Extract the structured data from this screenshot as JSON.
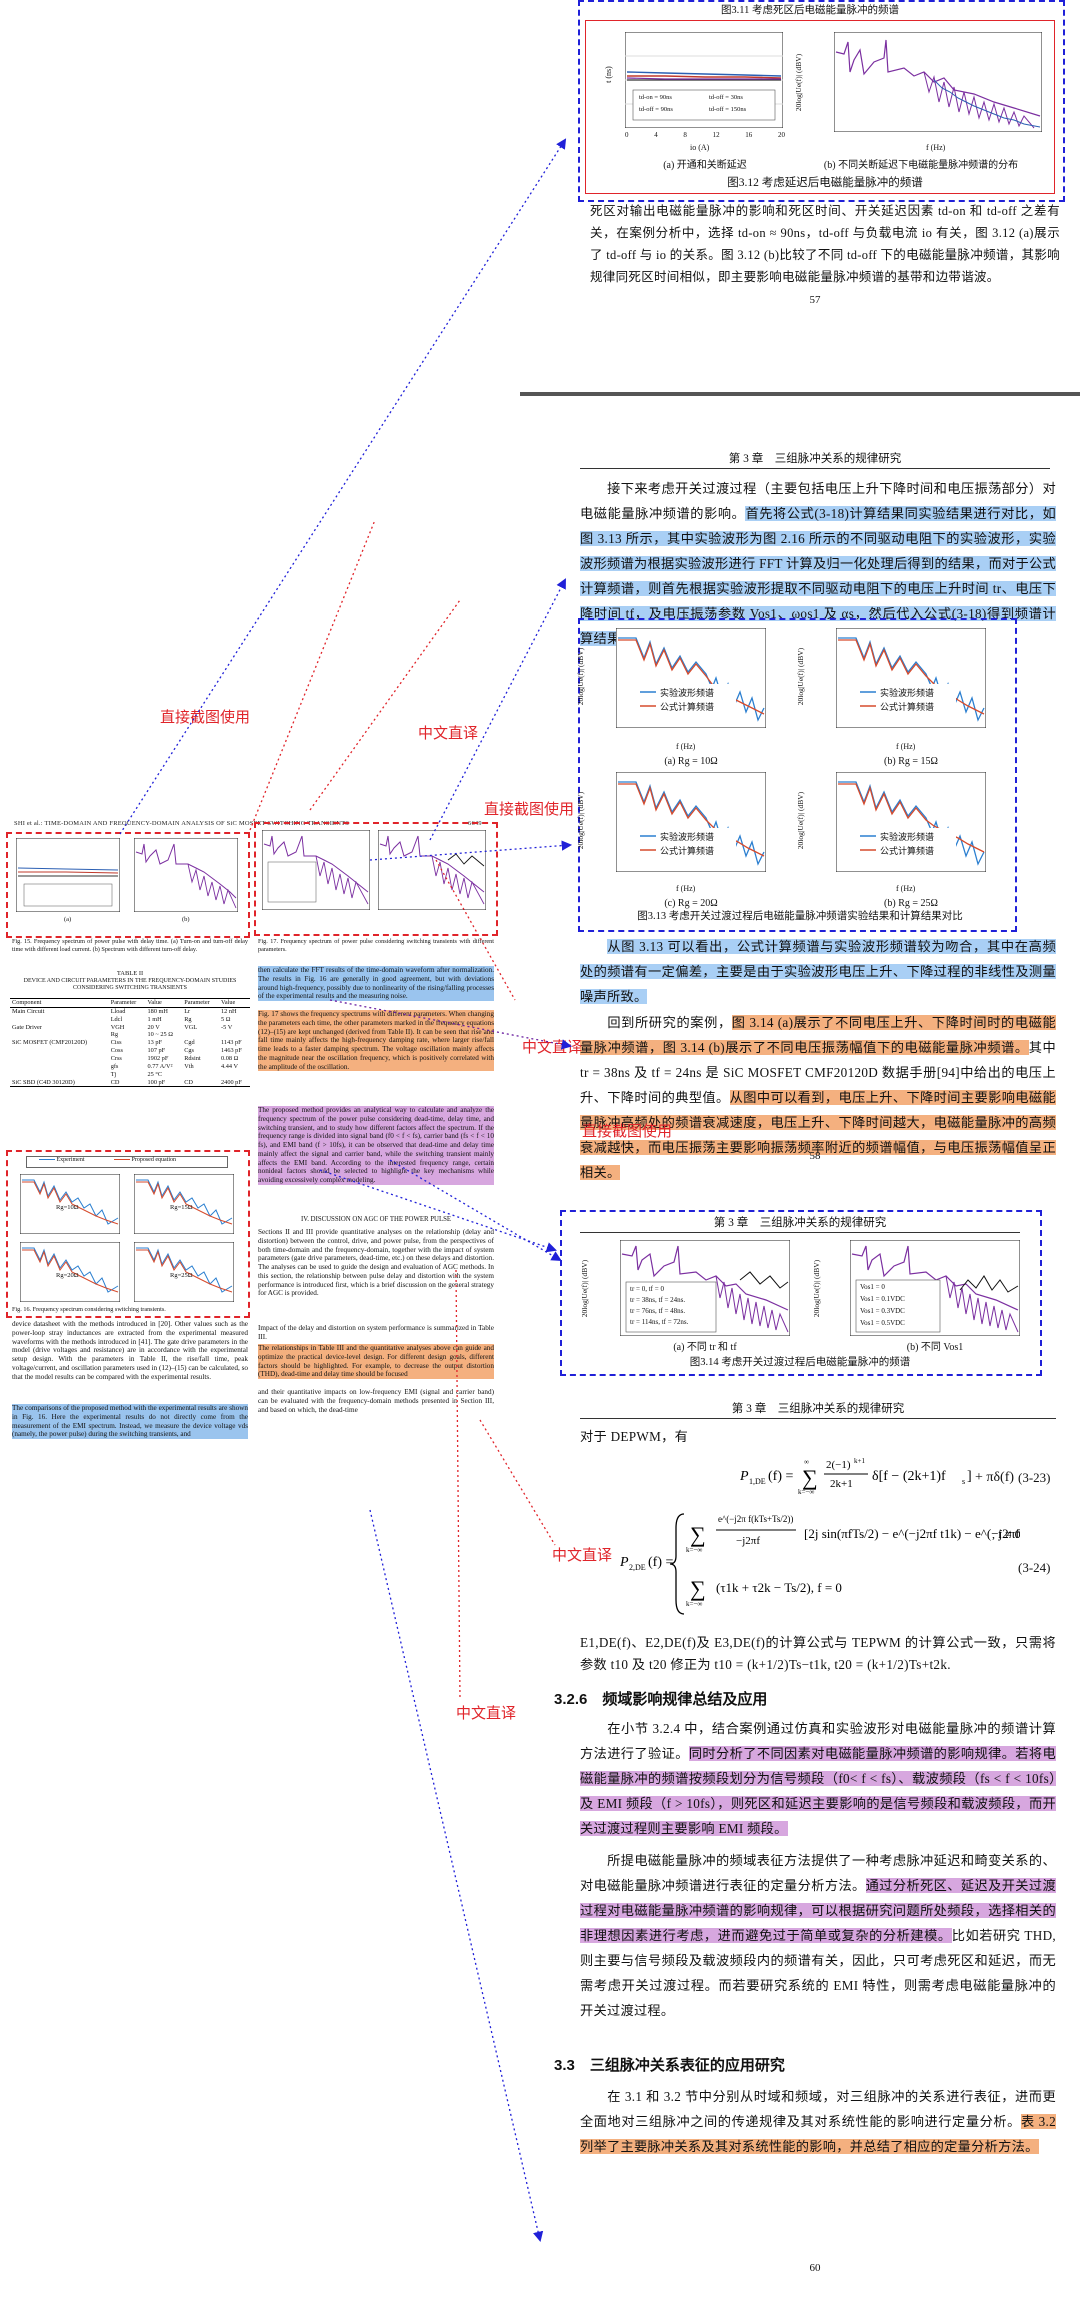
{
  "labels": {
    "direct_copy": "直接截图使用",
    "cn_translation": "中文直译"
  },
  "thesis_p57": {
    "fig311_caption": "图3.11 考虑死区后电磁能量脉冲的频谱",
    "fig312_sub_a": "(a) 开通和关断延迟",
    "fig312_sub_b": "(b) 不同关断延迟下电磁能量脉冲频谱的分布",
    "fig312_caption": "图3.12 考虑延迟后电磁能量脉冲的频谱",
    "para": "死区对输出电磁能量脉冲的影响和死区时间、开关延迟因素 td-on 和 td-off 之差有关，在案例分析中，选择 td-on ≈ 90ns，td-off 与负载电流 io 有关，图 3.12 (a)展示了 td-off 与 io 的关系。图 3.12 (b)比较了不同 td-off 下的电磁能量脉冲频谱，其影响规律同死区时间相似，即主要影响电磁能量脉冲频谱的基带和边带谐波。",
    "page_no": "57",
    "legend_a": [
      "td-on = 90ns",
      "td-off = 90ns",
      "td-off = 30ns",
      "td-off = 150ns"
    ],
    "axis_a_y": "t (ns)",
    "axis_a_x": "io (A)",
    "axis_b_y": "20log|Ue(f)| (dBV)",
    "axis_b_x": "f (Hz)"
  },
  "thesis_p58": {
    "chapter": "第 3 章　三组脉冲关系的规律研究",
    "para1_plain": "接下来考虑开关过渡过程（主要包括电压上升下降时间和电压振荡部分）对电磁能量脉冲频谱的影响。",
    "para1_hl": "首先将公式(3-18)计算结果同实验结果进行对比，如图 3.13 所示，其中实验波形为图 2.16 所示的不同驱动电阻下的实验波形，实验波形频谱为根据实验波形进行 FFT 计算及归一化处理后得到的结果，而对于公式计算频谱，则首先根据实验波形提取不同驱动电阻下的电压上升时间 tr、电压下降时间 tf，及电压振荡参数 Vos1、ωos1 及 αs，然后代入公式(3-18)得到频谱计算结果。",
    "legend_exp": "实验波形频谱",
    "legend_calc": "公式计算频谱",
    "sub_a": "(a) Rg = 10Ω",
    "sub_b": "(b) Rg = 15Ω",
    "sub_c": "(c) Rg = 20Ω",
    "sub_d": "(b) Rg = 25Ω",
    "fig_caption": "图3.13 考虑开关过渡过程后电磁能量脉冲频谱实验结果和计算结果对比",
    "para2_hl": "从图 3.13 可以看出，公式计算频谱与实验波形频谱较为吻合，其中在高频处的频谱有一定偏差，主要是由于实验波形电压上升、下降过程的非线性及测量噪声所致。",
    "para3_plain": "回到所研究的案例，",
    "para3_hl1": "图 3.14 (a)展示了不同电压上升、下降时间时的电磁能量脉冲频谱，图 3.14 (b)展示了不同电压振荡幅值下的电磁能量脉冲频谱。",
    "para3_plain2": "其中 tr = 38ns 及 tf = 24ns 是 SiC MOSFET CMF20120D 数据手册[94]中给出的电压上升、下降时间的典型值。",
    "para3_hl2": "从图中可以看到，电压上升、下降时间主要影响电磁能量脉冲高频处的频谱衰减速度，电压上升、下降时间越大，电磁能量脉冲的高频衰减越快，而电压振荡主要影响振荡频率附近的频谱幅值，与电压振荡幅值呈正相关。",
    "page_no": "58",
    "y_axis": "20log|Ue(f)| (dBV)",
    "x_axis": "f (Hz)"
  },
  "thesis_p59": {
    "chapter": "第 3 章　三组脉冲关系的规律研究",
    "legend_a": [
      "tr = 0, tf = 0",
      "tr = 38ns, tf = 24ns.",
      "tr = 76ns, tf = 48ns.",
      "tr = 114ns, tf = 72ns."
    ],
    "legend_b": [
      "Vos1 = 0",
      "Vos1 = 0.1VDC",
      "Vos1 = 0.3VDC",
      "Vos1 = 0.5VDC"
    ],
    "sub_a": "(a) 不同 tr 和 tf",
    "sub_b": "(b) 不同 Vos1",
    "fig_caption": "图3.14 考虑开关过渡过程后电磁能量脉冲的频谱"
  },
  "thesis_p60": {
    "chapter": "第 3 章　三组脉冲关系的规律研究",
    "intro": "对于 DEPWM，有",
    "eq1_num": "(3-23)",
    "eq2_num": "(3-24)",
    "eq_note": "E1,DE(f)、E2,DE(f)及 E3,DE(f)的计算公式与 TEPWM 的计算公式一致，只需将参数 t10 及 t20 修正为 t10 = (k+1/2)Ts−t1k, t20 = (k+1/2)Ts+t2k.",
    "sec326_title": "3.2.6　频域影响规律总结及应用",
    "sec326_p1_plain": "在小节 3.2.4 中，结合案例通过仿真和实验波形对电磁能量脉冲的频谱计算方法进行了验证。",
    "sec326_p1_hl": "同时分析了不同因素对电磁能量脉冲频谱的影响规律。若将电磁能量脉冲的频谱按频段划分为信号频段（f0< f < fs）、载波频段（fs < f < 10fs）及 EMI 频段（f > 10fs），则死区和延迟主要影响的是信号频段和载波频段，而开关过渡过程则主要影响 EMI 频段。",
    "sec326_p2_plain": "所提电磁能量脉冲的频域表征方法提供了一种考虑脉冲延迟和畸变关系的、对电磁能量脉冲频谱进行表征的定量分析方法。",
    "sec326_p2_hl": "通过分析死区、延迟及开关过渡过程对电磁能量脉冲频谱的影响规律，可以根据研究问题所处频段，选择相关的非理想因素进行考虑，进而避免过于简单或复杂的分析建模。",
    "sec326_p2_plain2": "比如若研究 THD,则主要与信号频段及载波频段内的频谱有关，因此，只可考虑死区和延迟，而无需考虑开关过渡过程。而若要研究系统的 EMI 特性，则需考虑电磁能量脉冲的开关过渡过程。",
    "sec33_title": "3.3　三组脉冲关系表征的应用研究",
    "sec33_plain": "在 3.1 和 3.2 节中分别从时域和频域，对三组脉冲的关系进行表征，进而更全面地对三组脉冲之间的传递规律及其对系统性能的影响进行定量分析。",
    "sec33_hl": "表 3.2 列举了主要脉冲关系及其对系统性能的影响，并总结了相应的定量分析方法。",
    "page_no": "60"
  },
  "paper": {
    "header": "SHI et al.: TIME-DOMAIN AND FREQUENCY-DOMAIN ANALYSIS OF SiC MOSFET SWITCHING TRANSIENTS",
    "page": "6649",
    "fig15_caption": "Fig. 15.  Frequency spectrum of power pulse with delay time. (a) Turn-on and turn-off delay time with different load current. (b) Spectrum with different turn-off delay.",
    "fig17_caption": "Fig. 17.  Frequency spectrum of power pulse considering switching transients with different parameters.",
    "table_title": "TABLE II",
    "table_subtitle": "DEVICE AND CIRCUIT PARAMETERS IN THE FREQUENCY-DOMAIN STUDIES CONSIDERING SWITCHING TRANSIENTS",
    "table_header": [
      "Component",
      "Parameter",
      "Value",
      "Parameter",
      "Value"
    ],
    "table_rows": [
      [
        "Main Circuit",
        "Lload",
        "180 mH",
        "Lr",
        "12 nH"
      ],
      [
        "",
        "Ldcl",
        "1 mH",
        "Rg",
        "5 Ω"
      ],
      [
        "Gate Driver",
        "VGH",
        "20 V",
        "VGL",
        "-5 V"
      ],
      [
        "",
        "Rg",
        "10 ~ 25 Ω",
        "",
        ""
      ],
      [
        "SiC MOSFET (CMF20120D)",
        "Ciss",
        "13 pF",
        "Cgd",
        "1143 pF"
      ],
      [
        "",
        "Coss",
        "107 pF",
        "Cgs",
        "1463 pF"
      ],
      [
        "",
        "Crss",
        "1902 pF",
        "Rdsint",
        "0.08 Ω"
      ],
      [
        "",
        "gfs",
        "0.77 A/V²",
        "Vth",
        "4.44 V"
      ],
      [
        "",
        "Tj",
        "25 °C",
        "",
        ""
      ],
      [
        "SiC SBD (C4D 30120D)",
        "CD",
        "100 pF",
        "CD",
        "2400 pF"
      ]
    ],
    "fig16_legend_exp": "Experiment",
    "fig16_legend_eq": "Proposed equation",
    "fig16_labels": [
      "Rg=10Ω",
      "Rg=15Ω",
      "Rg=20Ω",
      "Rg=25Ω"
    ],
    "fig16_caption": "Fig. 16.  Frequency spectrum considering switching transients.",
    "left_col_p1": "device datasheet with the methods introduced in [20]. Other values such as the power-loop stray inductances are extracted from the experimental measured waveforms with the methods introduced in [41]. The gate drive parameters in the model (drive voltages and resistance) are in accordance with the experimental setup design. With the parameters in Table II, the rise/fall time, peak voltage/current, and oscillation parameters used in (12)–(15) can be calculated, so that the model results can be compared with the experimental results.",
    "left_col_hl": "The comparisons of the proposed method with the experimental results are shown in Fig. 16. Here the experimental results do not directly come from the measurement of the EMI spectrum. Instead, we measure the device voltage vds (namely, the power pulse) during the switching transients, and",
    "right_col_hl1": "then calculate the FFT results of the time-domain waveform after normalization. The results in Fig. 16 are generally in good agreement, but with deviations around high-frequency, possibly due to nonlinearity of the rising/falling processes of the experimental results and the measuring noise.",
    "right_col_hl2": "Fig. 17 shows the frequency spectrums with different parameters. When changing the parameters each time, the other parameters marked in the frequency equations (12)–(15) are kept unchanged (derived from Table II). It can be seen that rise and fall time mainly affects the high-frequency damping rate, where larger rise/fall time leads to a faster damping spectrum. The voltage oscillation mainly affects the magnitude near the oscillation frequency, which is positively correlated with the amplitude of the oscillation.",
    "right_col_hl3": "The proposed method provides an analytical way to calculate and analyze the frequency spectrum of the power pulse considering dead-time, delay time, and switching transient, and to study how different factors affect the spectrum. If the frequency range is divided into signal band (f0 < f < fs), carrier band (fs < f < 10 fs), and EMI band (f > 10fs), it can be observed that dead-time and delay time mainly affect the signal and carrier band, while the switching transient mainly affects the EMI band. According to the interested frequency range, certain nonideal factors should be selected to highlight the key mechanisms while avoiding excessively complex modeling.",
    "sec4_title": "IV.  DISCUSSION ON AGC OF THE POWER PULSE",
    "sec4_p1": "Sections II and III provide quantitative analyses on the relationship (delay and distortion) between the control, drive, and power pulse, from the perspectives of both time-domain and the frequency-domain, together with the impact of system parameters (gate drive parameters, dead-time, etc.) on these delays and distortion. The analyses can be used to guide the design and evaluation of AGC methods. In this section, the relationship between pulse delay and distortion with the system performance is introduced first, which is a brief discussion on the general strategy for AGC is provided.",
    "sec4_p2": "Impact of the delay and distortion on system performance is summarized in Table III.",
    "sec4_hl": "The relationships in Table III and the quantitative analyses above can guide and optimize the practical device-level design. For different design goals, different factors should be highlighted. For example, to decrease the output distortion (THD), dead-time and delay time should be focused",
    "sec4_p3": "and their quantitative impacts on low-frequency EMI (signal and carrier band) can be evaluated with the frequency-domain methods presented in Section III, and based on which, the dead-time"
  },
  "colors": {
    "annotation_red": "#e0242a",
    "annotation_blue": "#2020d8",
    "highlight_blue": "#a9cff5",
    "highlight_purple": "#d7a7df",
    "highlight_orange": "#f4b07f"
  }
}
